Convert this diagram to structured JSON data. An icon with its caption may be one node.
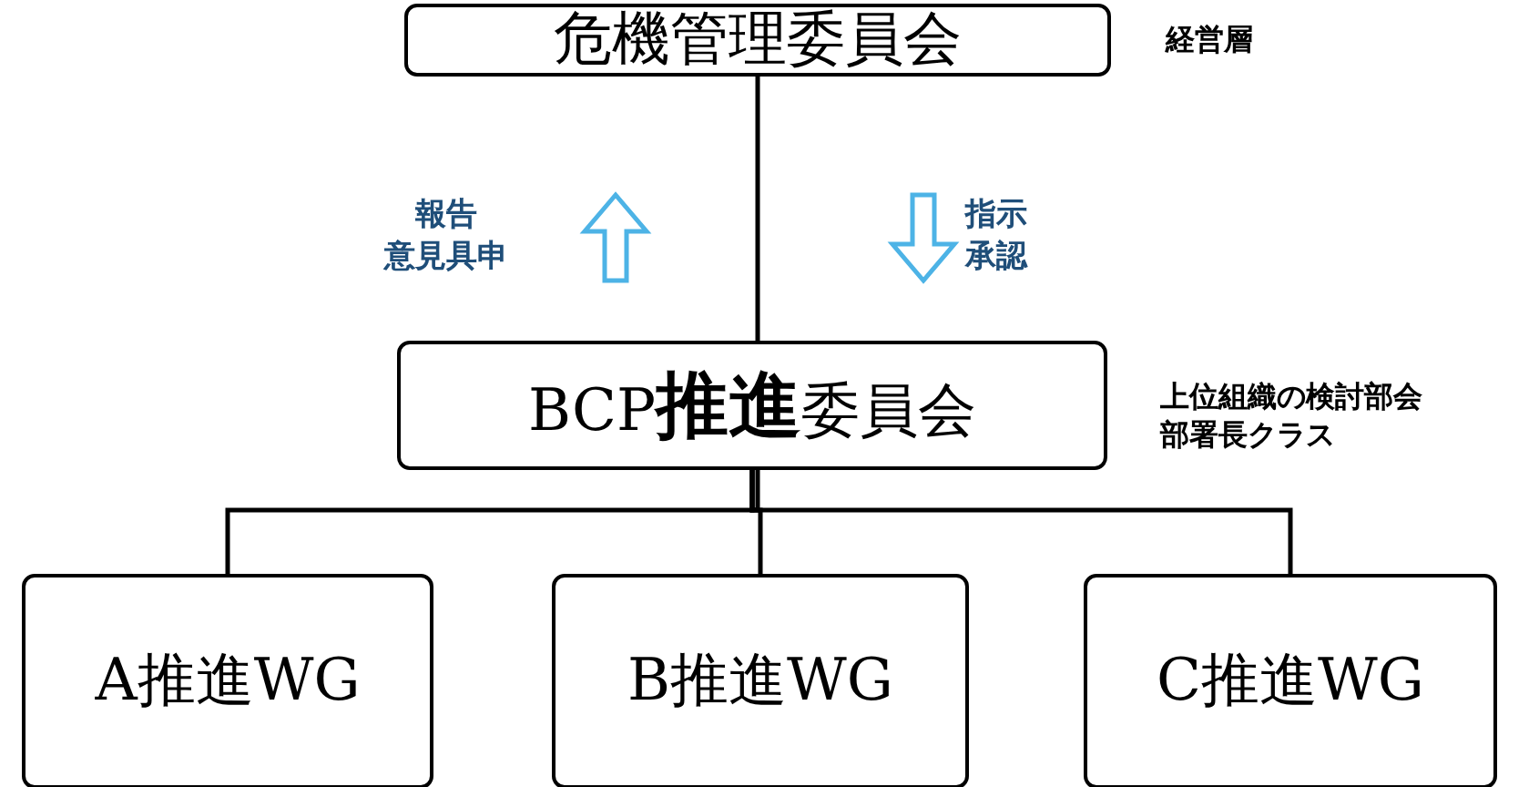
{
  "diagram": {
    "nodes": [
      {
        "text": [
          "危機管理委員会"
        ],
        "beside": [
          "経営層"
        ]
      },
      {
        "text": [
          "BCP**推進**委員会"
        ],
        "beside": [
          "上位組織の検討部会",
          "部署長クラス"
        ]
      },
      {
        "text": [
          "A推進WG"
        ]
      },
      {
        "text": [
          "B推進WG"
        ]
      },
      {
        "text": [
          "C推進WG"
        ]
      }
    ],
    "edges": [
      {
        "from": 0,
        "to": 1,
        "arrow": "none"
      },
      {
        "from": 1,
        "to": 2,
        "arrow": "none"
      },
      {
        "from": 1,
        "to": 3,
        "arrow": "none"
      },
      {
        "from": 1,
        "to": 4,
        "arrow": "none"
      }
    ],
    "labels": [
      "報告意見具申",
      "指示承認"
    ]
  }
}
